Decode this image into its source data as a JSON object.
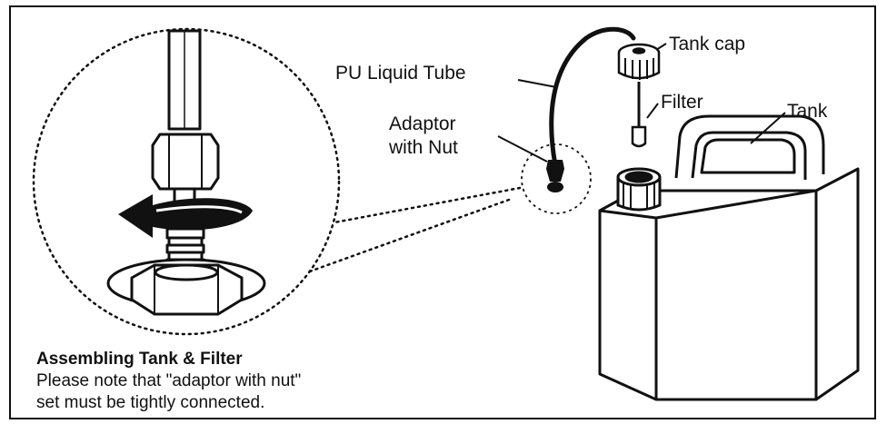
{
  "labels": {
    "tube": "PU Liquid Tube",
    "adaptor_line1": "Adaptor",
    "adaptor_line2": "with Nut",
    "tank_cap": "Tank cap",
    "filter": "Filter",
    "tank": "Tank"
  },
  "caption": {
    "title": "Assembling Tank & Filter",
    "line1": "Please note that \"adaptor with nut\"",
    "line2": "set must be tightly connected."
  },
  "colors": {
    "ink": "#111111",
    "background": "#ffffff"
  }
}
